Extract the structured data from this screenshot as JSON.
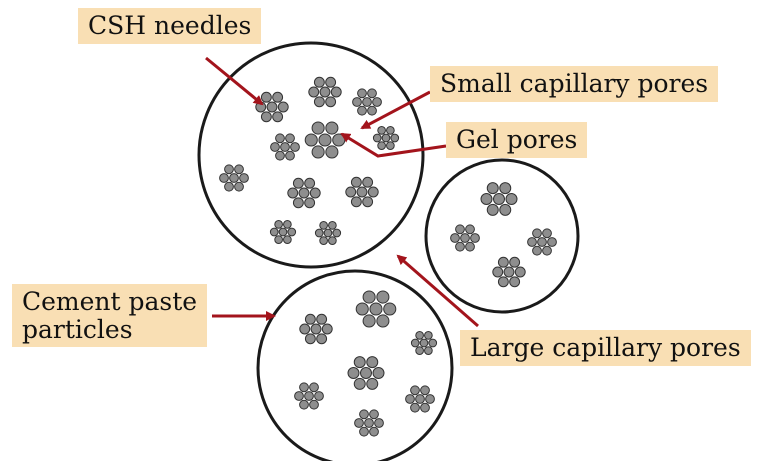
{
  "labels": {
    "csh_needles": "CSH needles",
    "small_capillary_pores": "Small capillary pores",
    "gel_pores": "Gel pores",
    "cement_paste_particles": "Cement paste\nparticles",
    "large_capillary_pores": "Large capillary pores"
  },
  "colors": {
    "label_background": "#f9dfb4",
    "arrow": "#a3141c",
    "particle_fill": "#8e8e8e",
    "particle_stroke": "#333333",
    "outline": "#1a1a1a"
  }
}
